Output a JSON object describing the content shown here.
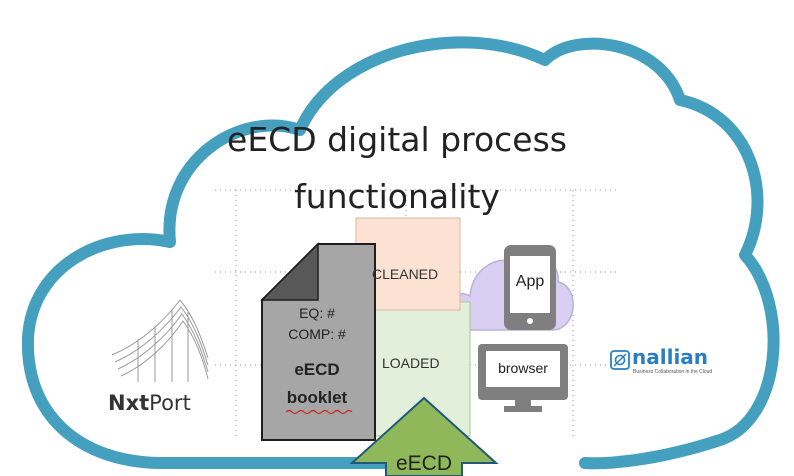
{
  "title": {
    "line1": "eECD digital process",
    "line2": "functionality"
  },
  "documents": {
    "cleaned_label": "CLEANED",
    "loaded_label": "LOADED"
  },
  "booklet": {
    "eq": "EQ: #",
    "comp": "COMP: #",
    "name_line1": "eECD",
    "name_line2": "booklet"
  },
  "devices": {
    "app_label": "App",
    "browser_label": "browser"
  },
  "logos": {
    "nxtport_bold": "Nxt",
    "nxtport_regular": "Port",
    "nallian_name": "nallian",
    "nallian_tagline": "Business Collaboration in the Cloud"
  },
  "arrow_label": "eECD",
  "colors": {
    "cloud_stroke": "#45a0c0",
    "cleaned_fill": "#fbe2d3",
    "loaded_fill": "#e2efda",
    "booklet_fill": "#a6a6a6",
    "small_cloud_fill": "#d9cff2",
    "arrow_fill": "#8fb85a",
    "device_gray": "#7f7f7f",
    "nallian_blue": "#2b7fc1"
  }
}
